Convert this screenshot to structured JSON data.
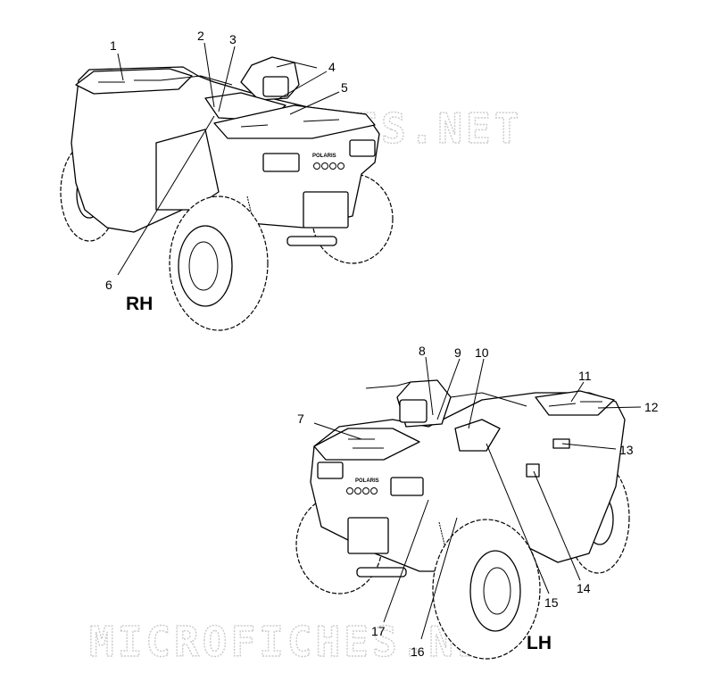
{
  "watermarks": {
    "top": "MICROFICHES.NET",
    "bottom": "MICROFICHES.NET"
  },
  "views": {
    "rh": {
      "label": "RH"
    },
    "lh": {
      "label": "LH"
    }
  },
  "vehicle_badge": "POLARIS",
  "callouts": [
    "1",
    "2",
    "3",
    "4",
    "5",
    "6",
    "7",
    "8",
    "9",
    "10",
    "11",
    "12",
    "13",
    "14",
    "15",
    "16",
    "17"
  ]
}
